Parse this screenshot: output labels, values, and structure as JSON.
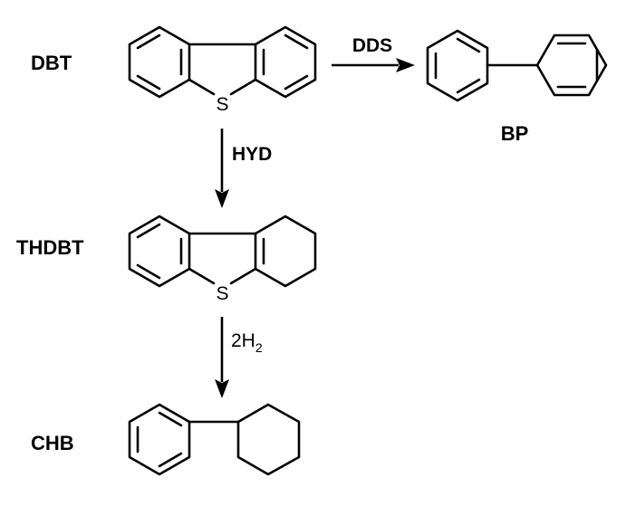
{
  "compounds": {
    "dbt": "DBT",
    "bp": "BP",
    "thdbt": "THDBT",
    "chb": "CHB"
  },
  "atoms": {
    "sulfur": "S"
  },
  "pathways": {
    "dds": "DDS",
    "hyd": "HYD",
    "h2_coef": "2H",
    "h2_sub": "2"
  }
}
